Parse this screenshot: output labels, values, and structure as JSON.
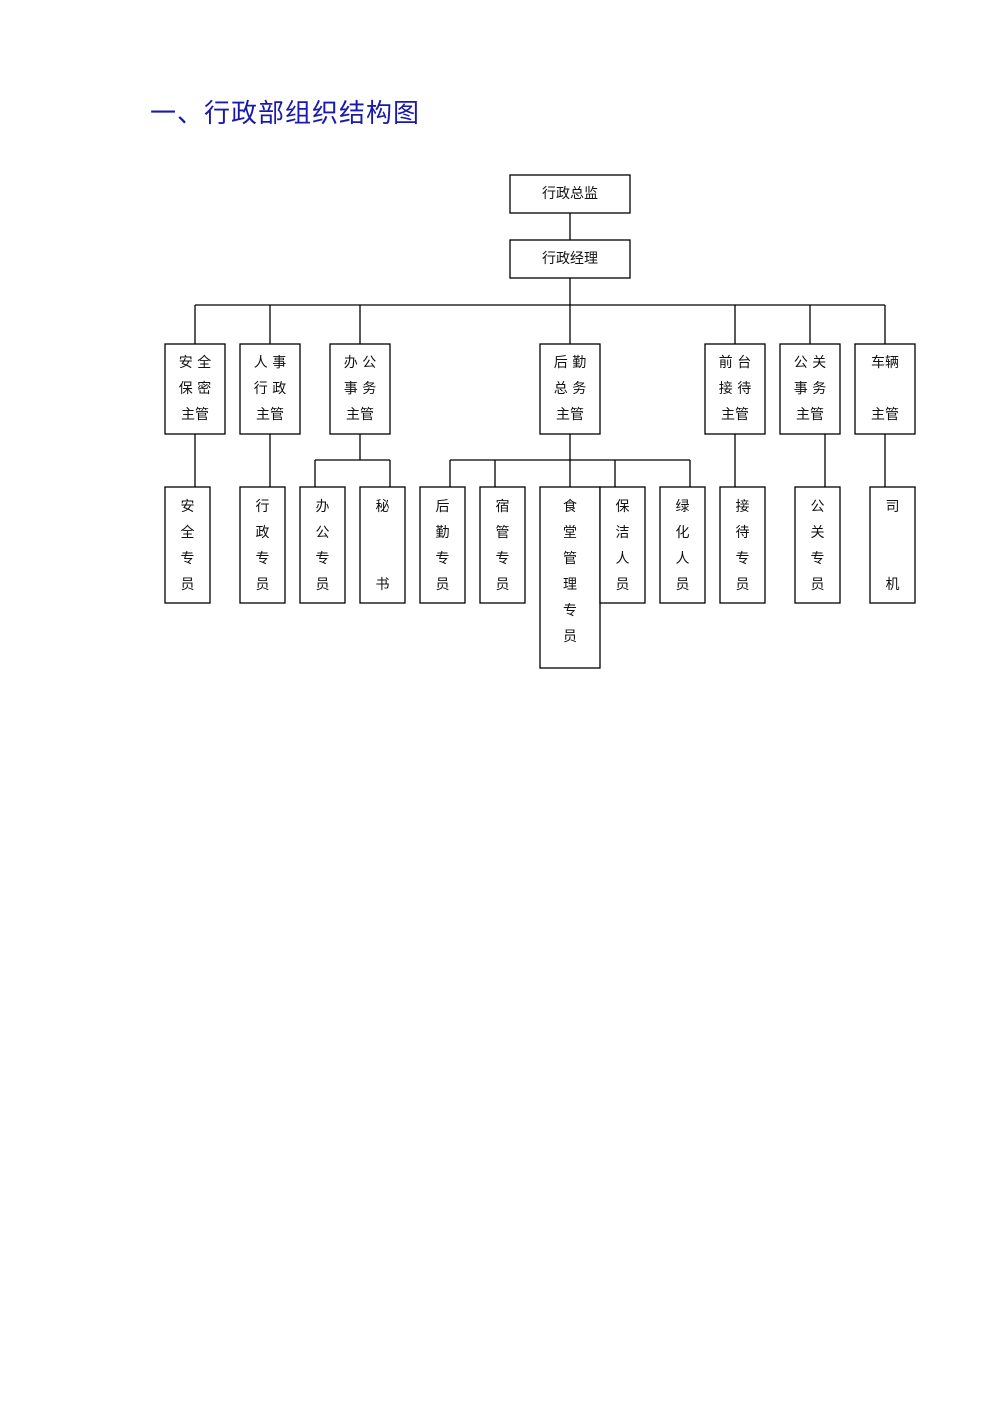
{
  "title": "一、行政部组织结构图",
  "colors": {
    "title": "#1a1aa8",
    "line": "#000000",
    "text": "#111111"
  },
  "org_chart": {
    "director": [
      "行政总监"
    ],
    "manager": [
      "行政经理"
    ],
    "supervisors": [
      [
        "安 全",
        "保 密",
        "主管"
      ],
      [
        "人 事",
        "行 政",
        "主管"
      ],
      [
        "办 公",
        "事 务",
        "主管"
      ],
      [
        "后 勤",
        "总 务",
        "主管"
      ],
      [
        "前 台",
        "接 待",
        "主管"
      ],
      [
        "公 关",
        "事 务",
        "主管"
      ],
      [
        "车辆",
        "",
        "主管"
      ]
    ],
    "staff": [
      [
        "安",
        "全",
        "专",
        "员"
      ],
      [
        "行",
        "政",
        "专",
        "员"
      ],
      [
        "办",
        "公",
        "专",
        "员"
      ],
      [
        "秘",
        "",
        "书"
      ],
      [
        "后",
        "勤",
        "专",
        "员"
      ],
      [
        "宿",
        "管",
        "专",
        "员"
      ],
      [
        "食",
        "堂",
        "管",
        "理",
        "专",
        "员"
      ],
      [
        "保",
        "洁",
        "人",
        "员"
      ],
      [
        "绿",
        "化",
        "人",
        "员"
      ],
      [
        "接",
        "待",
        "专",
        "员"
      ],
      [
        "公",
        "关",
        "专",
        "员"
      ],
      [
        "司",
        "",
        "机"
      ]
    ]
  }
}
